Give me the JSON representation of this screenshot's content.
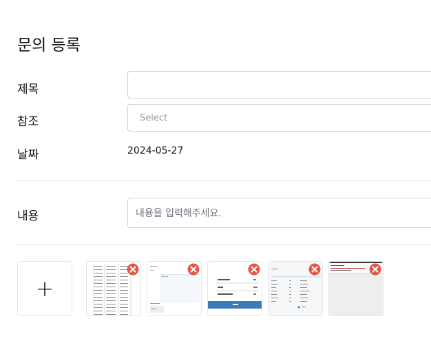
{
  "page": {
    "title": "문의 등록"
  },
  "form": {
    "title_label": "제목",
    "title_value": "",
    "reference_label": "참조",
    "reference_placeholder": "Select",
    "date_label": "날짜",
    "date_value": "2024-05-27",
    "content_label": "내용",
    "content_placeholder": "내용을 입력해주세요."
  },
  "attachments": {
    "add_label": "+",
    "items": [
      {
        "icon": "spreadsheet-thumbnail",
        "remove_icon": "remove-x-icon"
      },
      {
        "icon": "document-thumbnail",
        "remove_icon": "remove-x-icon"
      },
      {
        "icon": "form-dialog-thumbnail",
        "remove_icon": "remove-x-icon"
      },
      {
        "icon": "table-screen-thumbnail",
        "remove_icon": "remove-x-icon"
      },
      {
        "icon": "web-page-thumbnail",
        "remove_icon": "remove-x-icon"
      }
    ]
  },
  "colors": {
    "remove_icon": "#e05a47",
    "dialog_button": "#3d7ab8",
    "thumbnail_grey": "#eeeeee"
  }
}
